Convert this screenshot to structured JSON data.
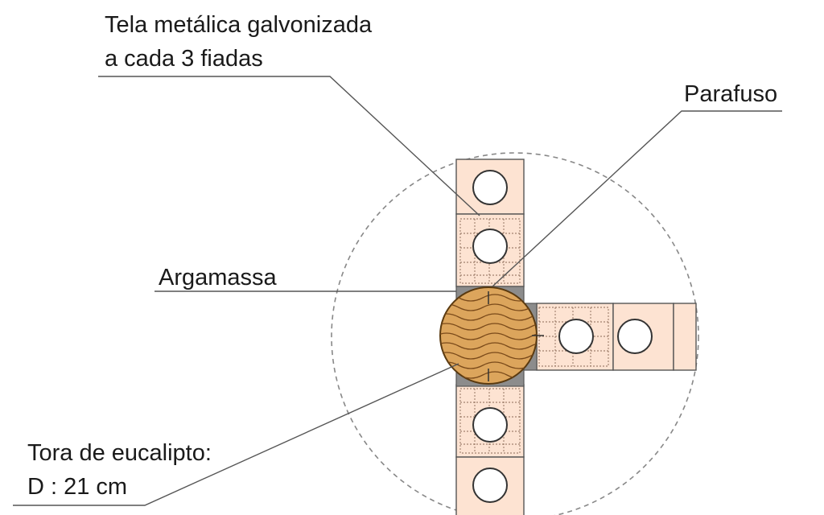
{
  "labels": {
    "tela_line1": "Tela metálica galvonizada",
    "tela_line2": "a cada 3 fiadas",
    "parafuso": "Parafuso",
    "argamassa": "Argamassa",
    "tora_line1": "Tora de eucalipto:",
    "tora_line2": "D : 21 cm"
  },
  "colors": {
    "block_fill": "#fde3d2",
    "block_stroke": "#555555",
    "mesh": "#8a6a55",
    "log_fill": "#dca55c",
    "log_grain": "#7a4a1a",
    "mortar": "#8c8c8c",
    "leader": "#555555",
    "dashed_circle": "#888888"
  }
}
